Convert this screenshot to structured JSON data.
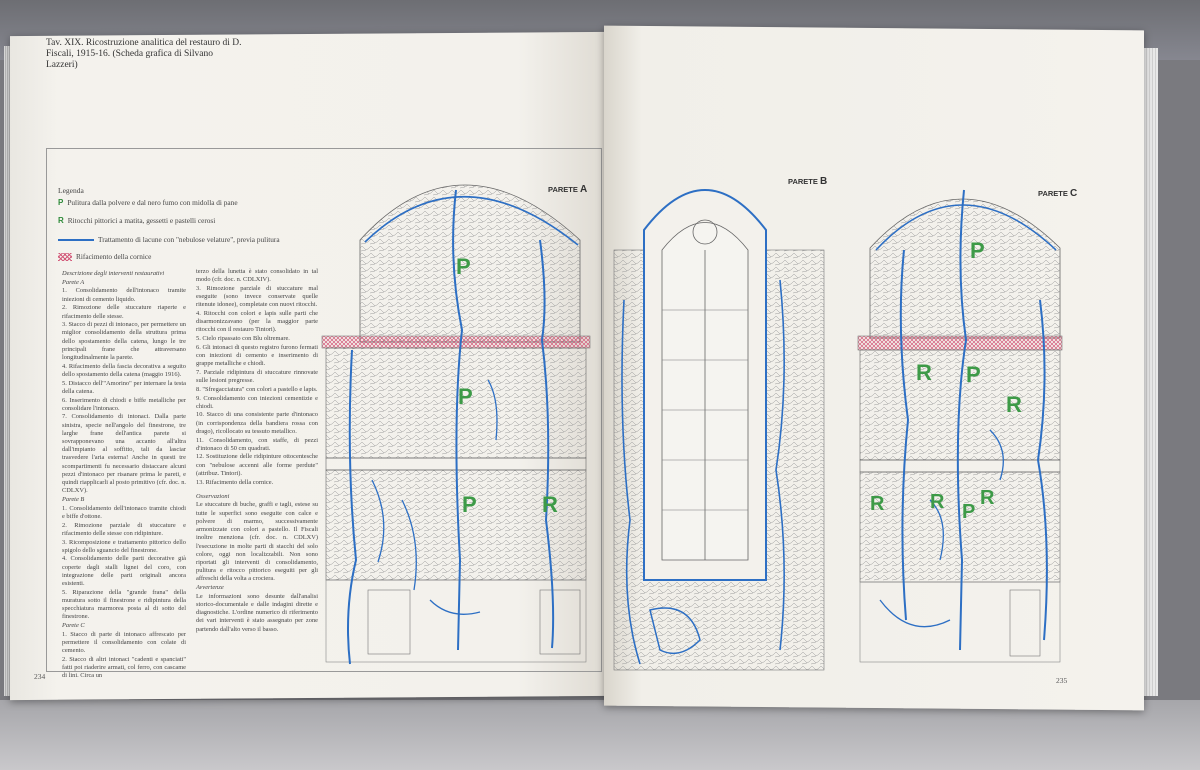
{
  "left_page": {
    "caption": "Tav. XIX. Ricostruzione analitica del restauro di D. Fiscali, 1915-16. (Scheda grafica di Silvano Lazzeri)",
    "legend": {
      "title": "Legenda",
      "items": [
        {
          "symbol": "P",
          "text": "Pulitura dalla polvere e dal nero fumo con midolla di pane"
        },
        {
          "symbol": "R",
          "text": "Ritocchi pittorici a matita, gessetti e pastelli cerosi"
        },
        {
          "symbol": "blue-line",
          "text": "Trattamento di lacune con \"nebulose velature\", previa pulitura"
        },
        {
          "symbol": "hatch",
          "text": "Rifacimento della cornice"
        }
      ]
    },
    "col_a": {
      "heading": "Descrizione degli interventi restaurativi",
      "sub_a": "Parete A",
      "items": [
        "1. Consolidamento dell'intonaco tramite iniezioni di cemento liquido.",
        "2. Rimozione delle stuccature riaperte e rifacimento delle stesse.",
        "3. Stacco di pezzi di intonaco, per permettere un miglior consolidamento della struttura prima dello spostamento della catena, lungo le tre principali frane che attraversano longitudinalmente la parete.",
        "4. Rifacimento della fascia decorativa a seguito dello spostamento della catena (maggio 1916).",
        "5. Distacco dell'\"Amorino\" per internare la testa della catena.",
        "6. Inserimento di chiodi e biffe metalliche per consolidare l'intonaco.",
        "7. Consolidamento di intonaci. Dalla parte sinistra, specie nell'angolo del finestrone, tre larghe frane dell'antica parete si sovrapponevano una accanto all'altra dall'impianto al soffitto, tali da lasciar trasvedere l'aria esterna! Anche in questi tre scompartimenti fu necessario distaccare alcuni pezzi d'intonaco per risanare prima le pareti, e quindi riapplicarli al posto primitivo (cfr. doc. n. CDLXV)."
      ],
      "sub_b": "Parete B",
      "items_b": [
        "1. Consolidamento dell'intonaco tramite chiodi e biffe d'ottone.",
        "2. Rimozione parziale di stuccature e rifacimento delle stesse con ridipinture.",
        "3. Ricomposizione e trattamento pittorico dello spigolo dello sguancio del finestrone.",
        "4. Consolidamento delle parti decorative già coperte dagli stalli lignei del coro, con integrazione delle parti originali ancora esistenti.",
        "5. Riparazione della \"grande frana\" della muratura sotto il finestrone e ridipintura della specchiatura marmorea posta al di sotto del finestrone."
      ],
      "sub_c": "Parete C",
      "items_c": [
        "1. Stacco di parte di intonaco affrescato per permettere il consolidamento con colate di cemento.",
        "2. Stacco di altri intonaci \"cadenti e spanciati\" fatti poi riaderire armati, col ferro, con cascame di lini. Circa un"
      ]
    },
    "col_b": {
      "items": [
        "terzo della lunetta è stato consolidato in tal modo (cfr. doc. n. CDLXIV).",
        "3. Rimozione parziale di stuccature mal eseguite (sono invece conservate quelle ritenute idonee), completate con nuovi ritocchi.",
        "4. Ritocchi con colori e lapis sulle parti che disarmonizzavano (per la maggior parte ritocchi con il restauro Tintori).",
        "5. Cielo ripassato con Blu oltremare.",
        "6. Gli intonaci di questo registro furono fermati con iniezioni di cemento e inserimento di grappe metalliche e chiodi.",
        "7. Parziale ridipintura di stuccature rinnovate sulle lesioni pregresse.",
        "8. \"Sfregacciatura\" con colori a pastello e lapis.",
        "9. Consolidamento con iniezioni cementizie e chiodi.",
        "10. Stacco di una consistente parte d'intonaco (in corrispondenza della bandiera rossa con drago), ricollocato su tessuto metallico.",
        "11. Consolidamento, con staffe, di pezzi d'intonaco di 50 cm quadrati.",
        "12. Sostituzione delle ridipinture ottocentesche con \"nebulose accenni alle forme perdute\" (attribuz. Tintori).",
        "13. Rifacimento della cornice."
      ],
      "obs_title": "Osservazioni",
      "obs_text": "Le stuccature di buche, graffi e tagli, estese su tutte le superfici sono eseguite con calce e polvere di marmo, successivamente armonizzate con colori a pastello. Il Fiscali inoltre menziona (cfr. doc. n. CDLXV) l'esecuzione in molte parti di stacchi del solo colore, oggi non localizzabili. Non sono riportati gli interventi di consolidamento, pulitura e ritocco pittorico eseguiti per gli affreschi della volta a crociera.",
      "warn_title": "Avvertenze",
      "warn_text": "Le informazioni sono desunte dall'analisi storico-documentale e dalle indagini dirette e diagnostiche. L'ordine numerico di riferimento dei vari interventi è stato assegnato per zone partendo dall'alto verso il basso."
    },
    "page_number": "234"
  },
  "right_page": {
    "page_number": "235"
  },
  "walls": {
    "parete_word": "PARETE",
    "a": "A",
    "b": "B",
    "c": "C"
  },
  "marks": {
    "P": "P",
    "R": "R"
  },
  "colors": {
    "restoration_blue": "#2d6fc4",
    "mark_green": "#3d9a47",
    "cornice_hatch": "#d35a7a"
  }
}
